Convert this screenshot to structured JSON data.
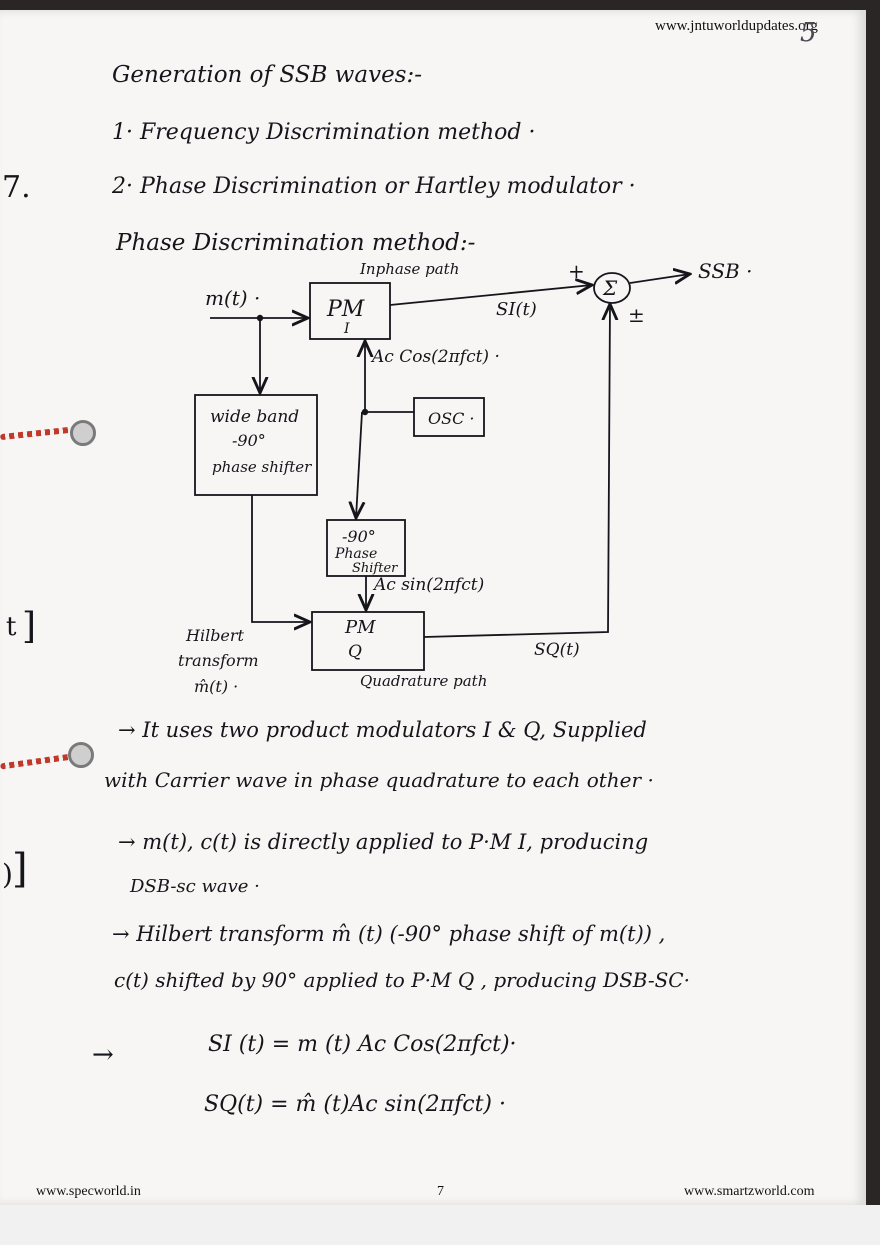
{
  "header": {
    "site": "www.jntuworldupdates.org",
    "corner_mark": "5"
  },
  "margin_marks": {
    "left_number": "7.",
    "left_t": "t",
    "left_paren": ")"
  },
  "title": "Generation of SSB waves:-",
  "methods": [
    "1· Frequency Discrimination method ·",
    "2· Phase Discrimination or Hartley modulator ·"
  ],
  "section_heading": "Phase Discrimination method:-",
  "diagram": {
    "inphase_path": "Inphase path",
    "input_label": "m(t) ·",
    "pm_i": {
      "title": "PM",
      "sub": "I"
    },
    "si_label": "SI(t)",
    "sum_symbol": "Σ",
    "plus_top": "+",
    "plus_minus": "±",
    "output": "SSB ·",
    "carrier_cos": "Ac Cos(2πfct) ·",
    "osc": "OSC ·",
    "wideband": {
      "line1": "wide band",
      "line2": "-90°",
      "line3": "phase shifter"
    },
    "shifter": {
      "line1": "-90°",
      "line2": "Phase",
      "line3": "Shifter"
    },
    "carrier_sin": "Ac sin(2πfct)",
    "pm_q": {
      "title": "PM",
      "sub": "Q"
    },
    "sq_label": "SQ(t)",
    "hilbert": {
      "line1": "Hilbert",
      "line2": "transform",
      "line3": "m̂(t) ·"
    },
    "quadrature_path": "Quadrature path"
  },
  "notes": [
    "→ It uses two product modulators I & Q, Supplied",
    "with Carrier wave in phase quadrature to each other ·",
    "→ m(t), c(t) is directly applied to P·M I, producing",
    "DSB-sc wave ·",
    "→ Hilbert transform m̂ (t) (-90° phase shift of m(t)) ,",
    "c(t) shifted by 90° applied to P·M Q , producing DSB-SC·"
  ],
  "equations": {
    "arrow": "→",
    "si": "SI (t) = m (t) Ac Cos(2πfct)·",
    "sq": "SQ(t) = m̂ (t)Ac sin(2πfct) ·"
  },
  "footer": {
    "left": "www.specworld.in",
    "page_number": "7",
    "right": "www.smartzworld.com"
  }
}
